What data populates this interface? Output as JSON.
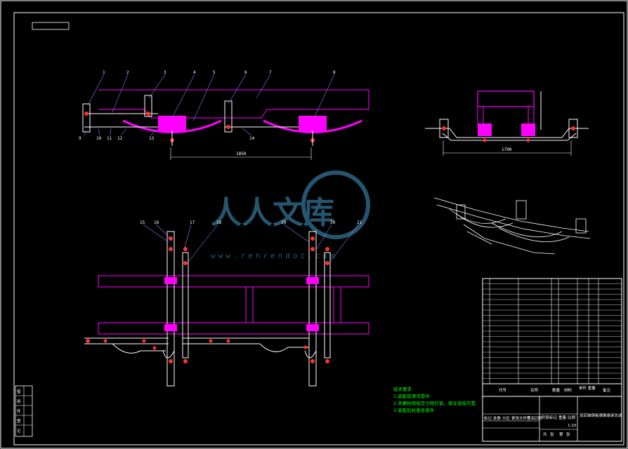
{
  "drawing": {
    "callouts_top": [
      "1",
      "2",
      "3",
      "4",
      "5",
      "6",
      "7",
      "8"
    ],
    "callouts_left_bottom": [
      "9",
      "10",
      "11",
      "12",
      "13"
    ],
    "callout_middle_bottom": "14",
    "dimension_side": "1850",
    "dimension_front": "1700",
    "callouts_plan": [
      "15",
      "16",
      "17",
      "18",
      "19",
      "20",
      "21"
    ]
  },
  "watermark": {
    "text": "人人文库",
    "url": "www.renrendoc.com"
  },
  "notes": {
    "title": "技术要求",
    "lines": [
      "1.装配前清洗零件",
      "2.各螺栓按规定力矩拧紧，保证连接可靠",
      "3.装配后检查各部件"
    ]
  },
  "title_block": {
    "headers": [
      "代号",
      "名称",
      "数量",
      "材料",
      "单件 重量",
      "备注"
    ],
    "drawing_title": "双后轴钢板弹簧悬架总成",
    "scale": "1:10",
    "labels": [
      "标记",
      "处数",
      "分区",
      "更改文件号",
      "签名",
      "日期"
    ],
    "stage_labels": [
      "阶段标记",
      "重量",
      "比例"
    ],
    "sheet": [
      "共",
      "张",
      "第",
      "张"
    ]
  },
  "side_stamp": [
    "借",
    "用",
    "件",
    "登",
    "记"
  ],
  "colors": {
    "frame": "#ffffff",
    "part": "#ff00ff",
    "red": "#ff3030",
    "leader": "#8080ff",
    "note": "#00ff00"
  }
}
